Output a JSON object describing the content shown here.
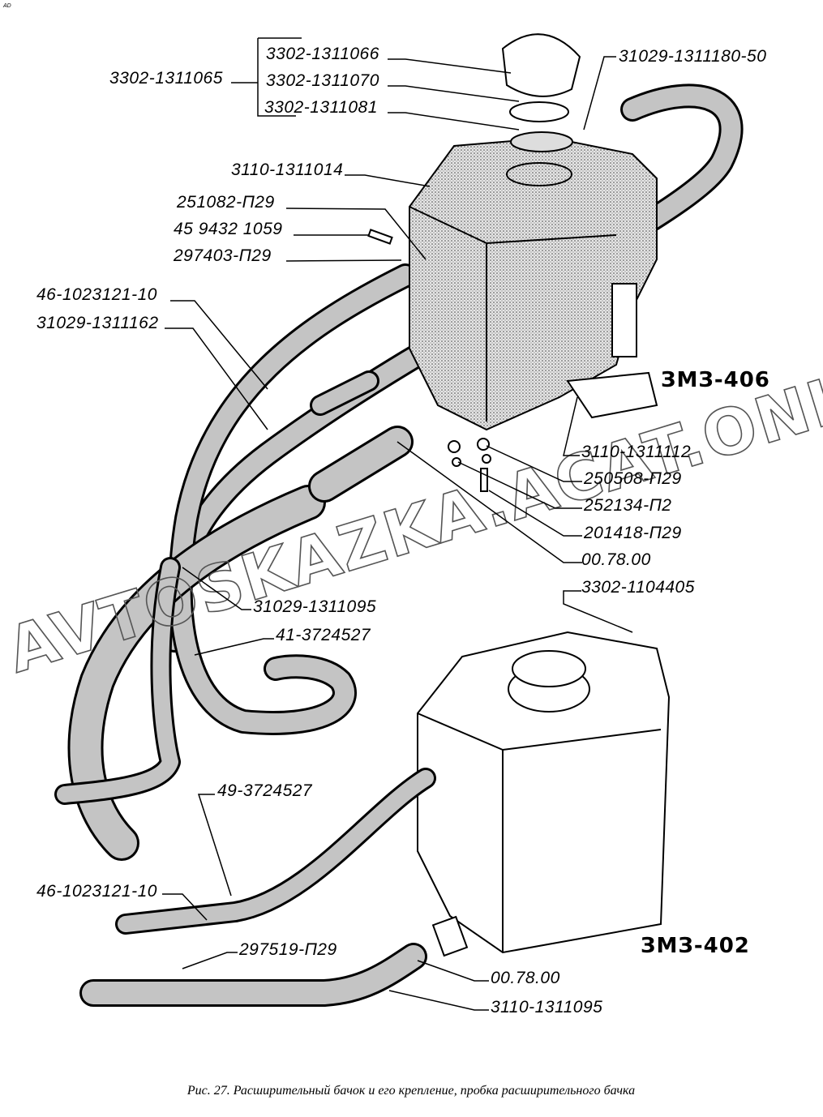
{
  "corner_mark": "AD",
  "watermark": "AVTOSKAZKA.ACAT.ONLINE",
  "engines": {
    "upper": "ЗМЗ-406",
    "lower": "ЗМЗ-402"
  },
  "upper_labels": {
    "cap_group": "3302-1311065",
    "cap": "3302-1311066",
    "valve": "3302-1311070",
    "gasket": "3302-1311081",
    "hose_top": "31029-1311180-50",
    "tank": "3110-1311014",
    "washer1": "251082-П29",
    "bolt": "45 9432 1059",
    "clamp1": "297403-П29",
    "hose_a": "46-1023121-10",
    "hose_b": "31029-1311162",
    "bracket": "3110-1311112",
    "nut": "250508-П29",
    "washer2": "252134-П2",
    "bolt2": "201418-П29",
    "clamp2": "00.78.00",
    "clip": "3302-1104405",
    "hose_c": "31029-1311095",
    "clamp3": "41-3724527"
  },
  "lower_labels": {
    "clamp4": "49-3724527",
    "hose_a": "46-1023121-10",
    "clamp5": "297519-П29",
    "clamp6": "00.78.00",
    "hose_b": "3110-1311095"
  },
  "caption": "Рис. 27. Расширительный бачок и его крепление, пробка расширительного бачка"
}
